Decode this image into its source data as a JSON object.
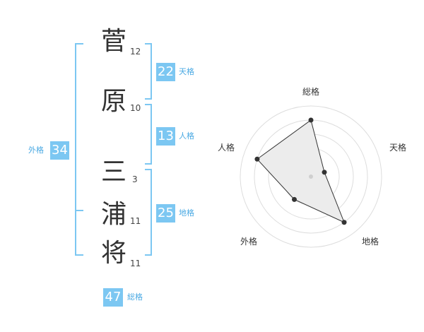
{
  "name": {
    "chars": [
      {
        "char": "菅",
        "strokes": "12"
      },
      {
        "char": "原",
        "strokes": "10"
      },
      {
        "char": "三",
        "strokes": "3"
      },
      {
        "char": "浦",
        "strokes": "11"
      },
      {
        "char": "将",
        "strokes": "11"
      }
    ]
  },
  "fortunes": {
    "tenkaku": {
      "value": "22",
      "label": "天格"
    },
    "jinkaku": {
      "value": "13",
      "label": "人格"
    },
    "chikaku": {
      "value": "25",
      "label": "地格"
    },
    "gaikaku": {
      "value": "34",
      "label": "外格"
    },
    "soukaku": {
      "value": "47",
      "label": "総格"
    }
  },
  "colors": {
    "accent": "#7cc7f2",
    "label_blue": "#4aa9e3"
  },
  "chart_data": {
    "type": "radar",
    "axes": [
      "総格",
      "天格",
      "地格",
      "外格",
      "人格"
    ],
    "values": [
      4,
      1,
      4,
      2,
      4
    ],
    "rmax": 5,
    "rings": 5
  }
}
